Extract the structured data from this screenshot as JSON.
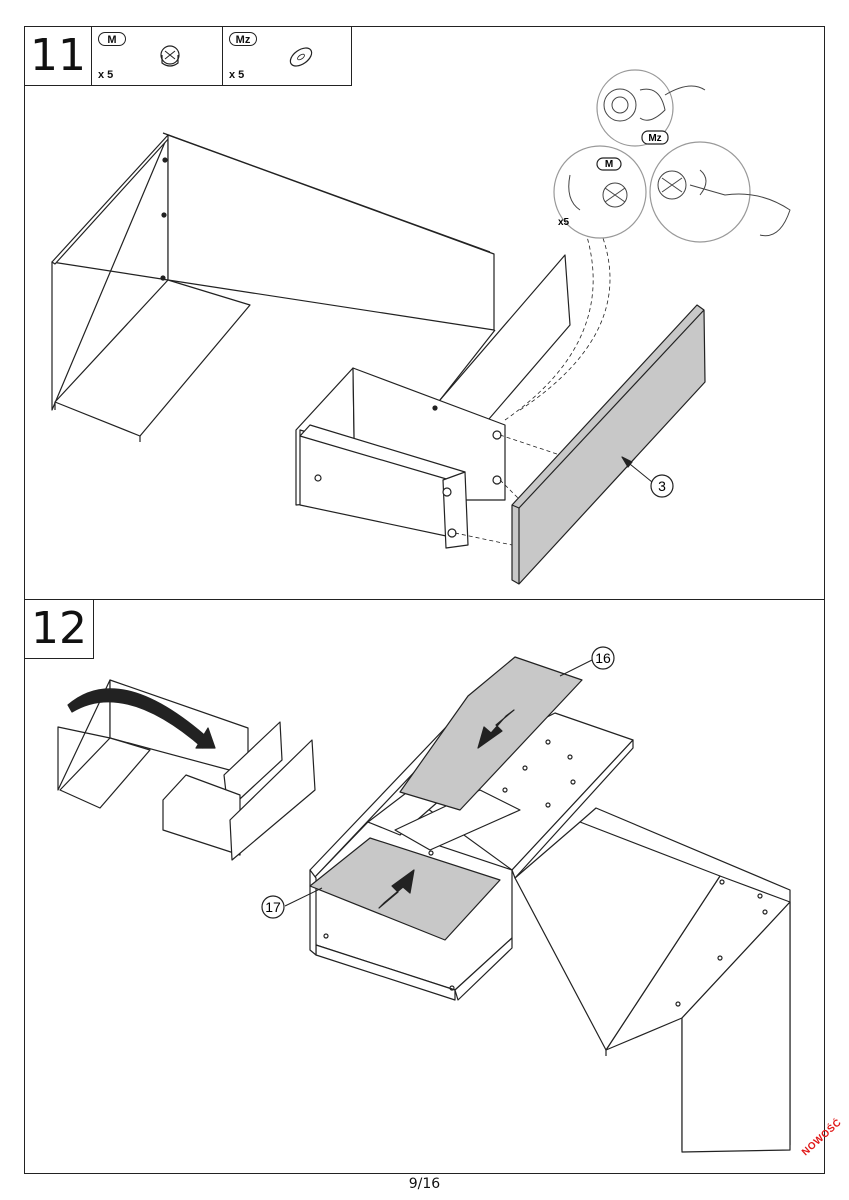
{
  "step11": {
    "number": "11",
    "parts": [
      {
        "code": "M",
        "qty": "x 5"
      },
      {
        "code": "Mz",
        "qty": "x 5"
      }
    ],
    "detail_labels": {
      "mz": "Mz",
      "m": "M",
      "qty": "x5"
    },
    "callout": "3"
  },
  "step12": {
    "number": "12",
    "callouts": [
      "16",
      "17"
    ]
  },
  "footer": {
    "page": "9/16",
    "stamp": "NOWOŚĆ"
  },
  "colors": {
    "panel_fill": "#c8c8c8",
    "line": "#222222",
    "stamp": "#e01818"
  }
}
